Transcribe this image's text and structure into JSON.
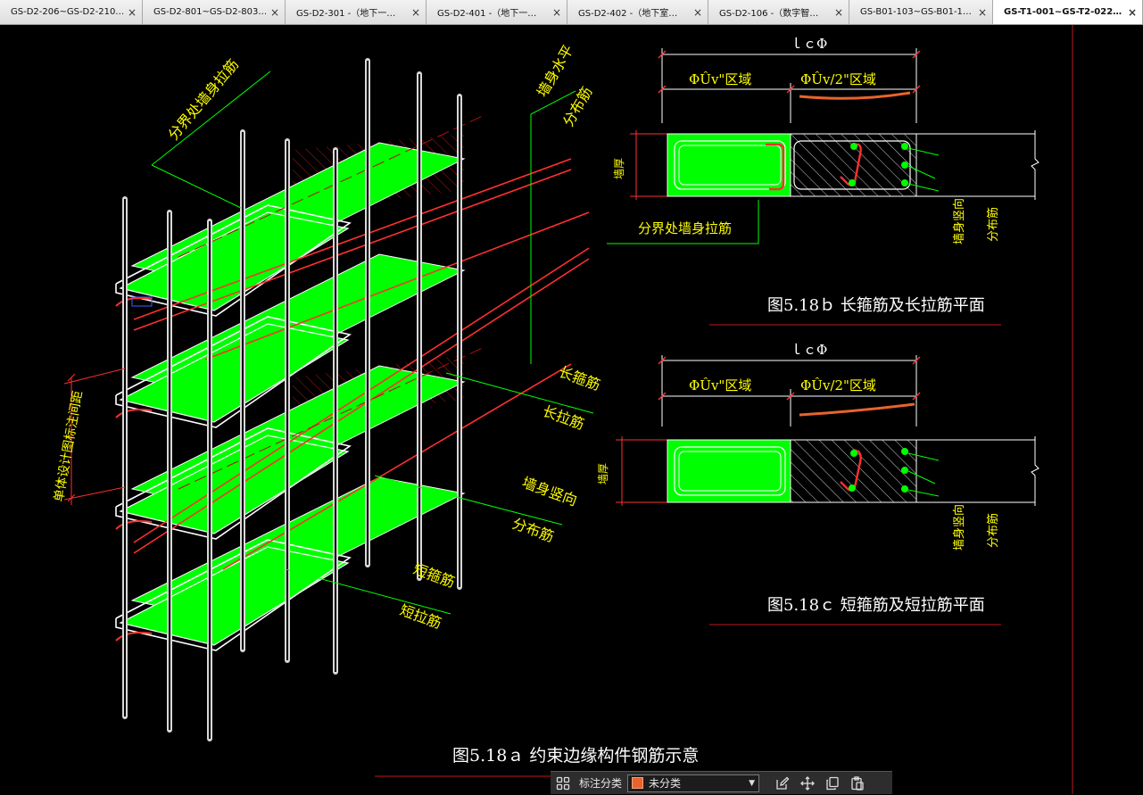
{
  "tabs": [
    {
      "label": "GS-D2-206~GS-D2-210…",
      "close": "×",
      "width": 160
    },
    {
      "label": "GS-D2-801~GS-D2-803…",
      "close": "×",
      "width": 160
    },
    {
      "label": "GS-D2-301 -（地下一…",
      "close": "×",
      "width": 158
    },
    {
      "label": "GS-D2-401 -（地下一…",
      "close": "×",
      "width": 158
    },
    {
      "label": "GS-D2-402 -（地下室…",
      "close": "×",
      "width": 158
    },
    {
      "label": "GS-D2-106 -（数字智…",
      "close": "×",
      "width": 158
    },
    {
      "label": "GS-B01-103~GS-B01-1…",
      "close": "×",
      "width": 161
    },
    {
      "label": "GS-T1-001~GS-T2-022…",
      "close": "×",
      "width": 168,
      "active": true
    }
  ],
  "drawing": {
    "fig_a_caption": "图5.18ａ 约束边缘构件钢筋示意",
    "fig_b_caption": "图5.18ｂ 长箍筋及长拉筋平面",
    "fig_c_caption": "图5.18ｃ 短箍筋及短拉筋平面",
    "lbl_boundary_tie": "分界处墙身拉筋",
    "lbl_wall_horizontal_1": "墙身水平",
    "lbl_wall_horizontal_2": "分布筋",
    "lbl_long_stirrup": "长箍筋",
    "lbl_long_tie": "长拉筋",
    "lbl_wall_vertical_1": "墙身竖向",
    "lbl_wall_vertical_2": "分布筋",
    "lbl_short_stirrup": "短箍筋",
    "lbl_short_tie": "短拉筋",
    "lbl_spacing": "单体设计图标注间距",
    "lbl_lc": "ｌｃΦ",
    "lbl_region_full": "ΦÛv\"区域",
    "lbl_region_half": "ΦÛv/2\"区域",
    "lbl_wall_thickness": "墙厚",
    "lbl_plan_boundary_tie": "分界处墙身拉筋",
    "lbl_plan_vertical": "墙身竖向",
    "lbl_plan_distribution": "分布筋"
  },
  "statusbar": {
    "icon_grid": "grid-icon",
    "label": "标注分类",
    "select_value": "未分类",
    "select_color": "#e8642c",
    "arrow": "▼",
    "icons": [
      "edit-icon",
      "move-icon",
      "copy-icon",
      "paste-icon"
    ]
  },
  "colors": {
    "rebar": "#d8d8d8",
    "fill": "#00ff00",
    "label": "#ffff00",
    "leader": "#00ff00",
    "red": "#ff3030",
    "dim": "#ffffff"
  }
}
